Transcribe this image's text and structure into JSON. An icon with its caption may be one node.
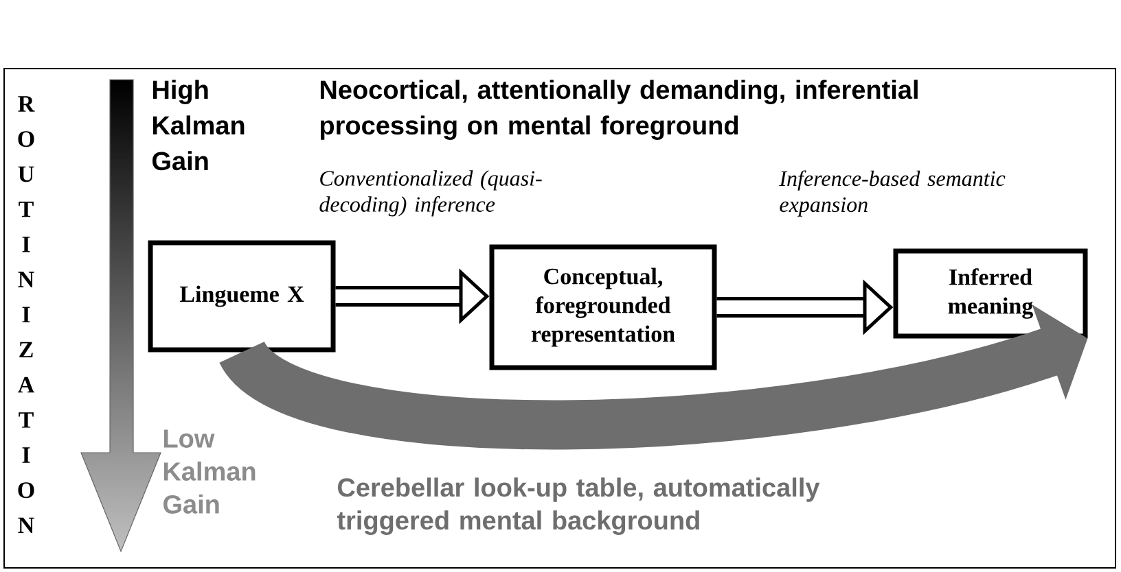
{
  "diagram": {
    "nodes": [
      {
        "text": [
          "Lingueme X"
        ]
      },
      {
        "text": [
          "Conceptual, foregrounded representation"
        ]
      },
      {
        "text": [
          "Inferred meaning"
        ]
      }
    ],
    "edges": [
      {
        "from": 0,
        "to": 1,
        "arrow": "to",
        "label": "Conventionalized (quasi-decoding) inference"
      },
      {
        "from": 1,
        "to": 2,
        "arrow": "to",
        "label": "Inference-based semantic expansion"
      },
      {
        "from": 0,
        "to": 2,
        "arrow": "to",
        "label": "Cerebellar look-up table, automatically triggered mental background",
        "style": "thick",
        "color": "#6e6e6e"
      }
    ],
    "labels": [
      "ROUTINIZATION",
      "High Kalman Gain",
      "Neocortical, attentionally demanding, inferential processing on mental foreground",
      "Low Kalman Gain"
    ]
  }
}
